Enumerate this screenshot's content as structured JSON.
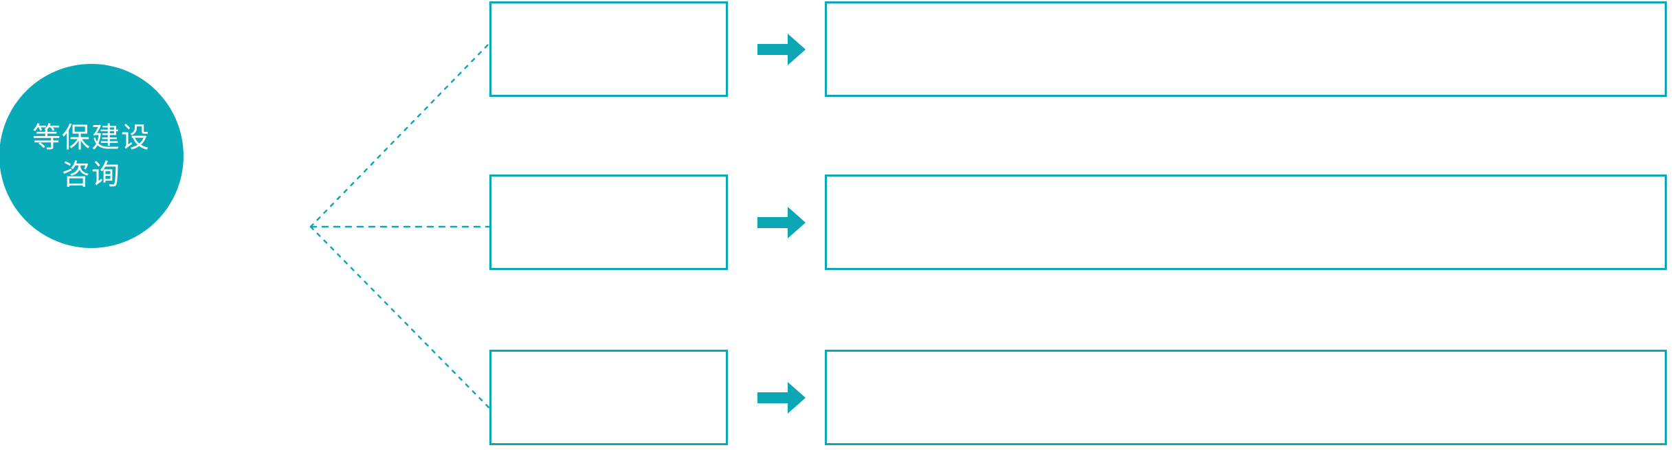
{
  "diagram": {
    "type": "radial-process-flow",
    "accent_color": "#0ba7b4",
    "hub_fill_color": "#08aab8",
    "hub_text_color": "#ffffff",
    "box_border_color": "#0ba7b4",
    "background_color": "#ffffff",
    "hub": {
      "label_line1": "等保建设",
      "label_line2": "咨询"
    },
    "connector": {
      "style": "dotted",
      "color": "#0ba7b4",
      "branch_count": 3
    },
    "rows": [
      {
        "id": "row-1",
        "stage_label": "",
        "arrow_icon": "arrow-right-icon",
        "detail_label": ""
      },
      {
        "id": "row-2",
        "stage_label": "",
        "arrow_icon": "arrow-right-icon",
        "detail_label": ""
      },
      {
        "id": "row-3",
        "stage_label": "",
        "arrow_icon": "arrow-right-icon",
        "detail_label": ""
      }
    ]
  }
}
